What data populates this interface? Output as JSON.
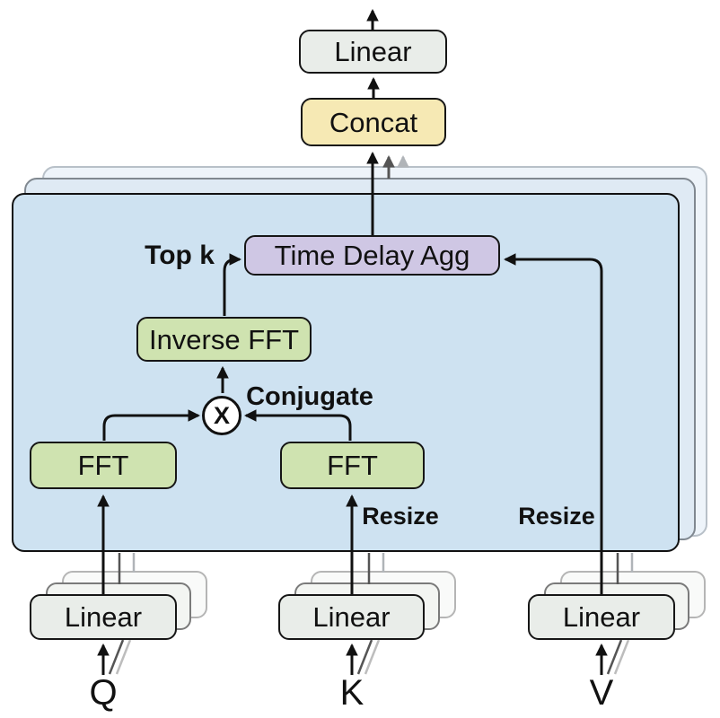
{
  "colors": {
    "panel-front": "#cee2f1",
    "panel-mid": "#dfeaf4",
    "panel-back": "#eef4fa",
    "box-linear": "#e9ede9",
    "box-linear-mid": "#f3f5f2",
    "box-linear-back": "#f9faf9",
    "box-concat": "#f6e9b4",
    "box-agg": "#cfc7e4",
    "box-fft": "#cfe3b0"
  },
  "nodes": {
    "output_linear": "Linear",
    "concat": "Concat",
    "time_delay_agg": "Time Delay Agg",
    "inverse_fft": "Inverse FFT",
    "fft_q": "FFT",
    "fft_k": "FFT",
    "multiply": "X",
    "linear_q": "Linear",
    "linear_k": "Linear",
    "linear_v": "Linear"
  },
  "labels": {
    "top_k": "Top k",
    "conjugate": "Conjugate",
    "resize_k": "Resize",
    "resize_v": "Resize"
  },
  "inputs": {
    "q": "Q",
    "k": "K",
    "v": "V"
  }
}
